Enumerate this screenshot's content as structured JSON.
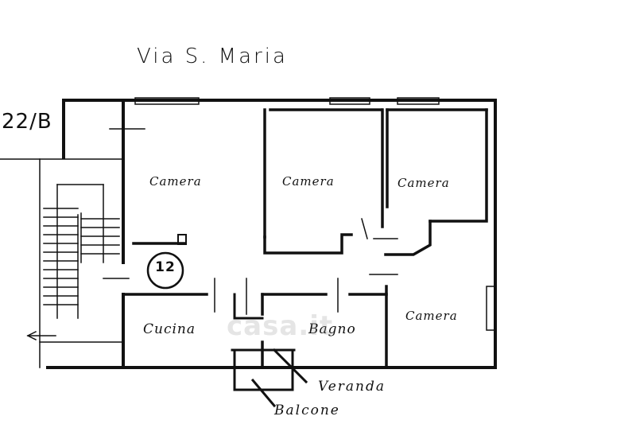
{
  "street_label": "Via S. Maria",
  "civic_number": "22/B",
  "unit_number": "12",
  "rooms": {
    "camera_1": "Camera",
    "camera_2": "Camera",
    "camera_3": "Camera",
    "camera_4": "Camera",
    "cucina": "Cucina",
    "bagno": "Bagno"
  },
  "callouts": {
    "veranda": "Veranda",
    "balcone": "Balcone"
  },
  "watermark": "casa.it",
  "colors": {
    "ink": "#111111",
    "paper": "#ffffff"
  }
}
